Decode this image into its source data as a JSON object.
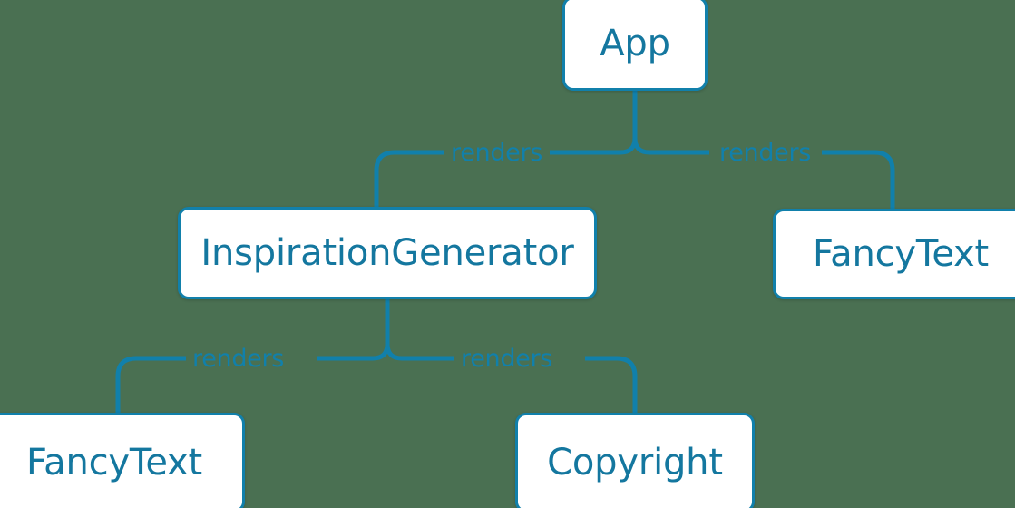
{
  "diagram": {
    "type": "component-tree",
    "background_color": "#4a7052",
    "node_fill_color": "#ffffff",
    "node_border_color": "#1180ab",
    "text_color": "#14779f",
    "edge_color": "#1180ab",
    "nodes": [
      {
        "id": "app",
        "label": "App"
      },
      {
        "id": "inspiration",
        "label": "InspirationGenerator"
      },
      {
        "id": "fancy_right",
        "label": "FancyText"
      },
      {
        "id": "fancy_left",
        "label": "FancyText"
      },
      {
        "id": "copyright",
        "label": "Copyright"
      }
    ],
    "edges": [
      {
        "id": "app_inspiration",
        "from": "App",
        "to": "InspirationGenerator",
        "label": "renders"
      },
      {
        "id": "app_fancy",
        "from": "App",
        "to": "FancyText",
        "label": "renders"
      },
      {
        "id": "insp_fancy",
        "from": "InspirationGenerator",
        "to": "FancyText",
        "label": "renders"
      },
      {
        "id": "insp_copyright",
        "from": "InspirationGenerator",
        "to": "Copyright",
        "label": "renders"
      }
    ]
  }
}
